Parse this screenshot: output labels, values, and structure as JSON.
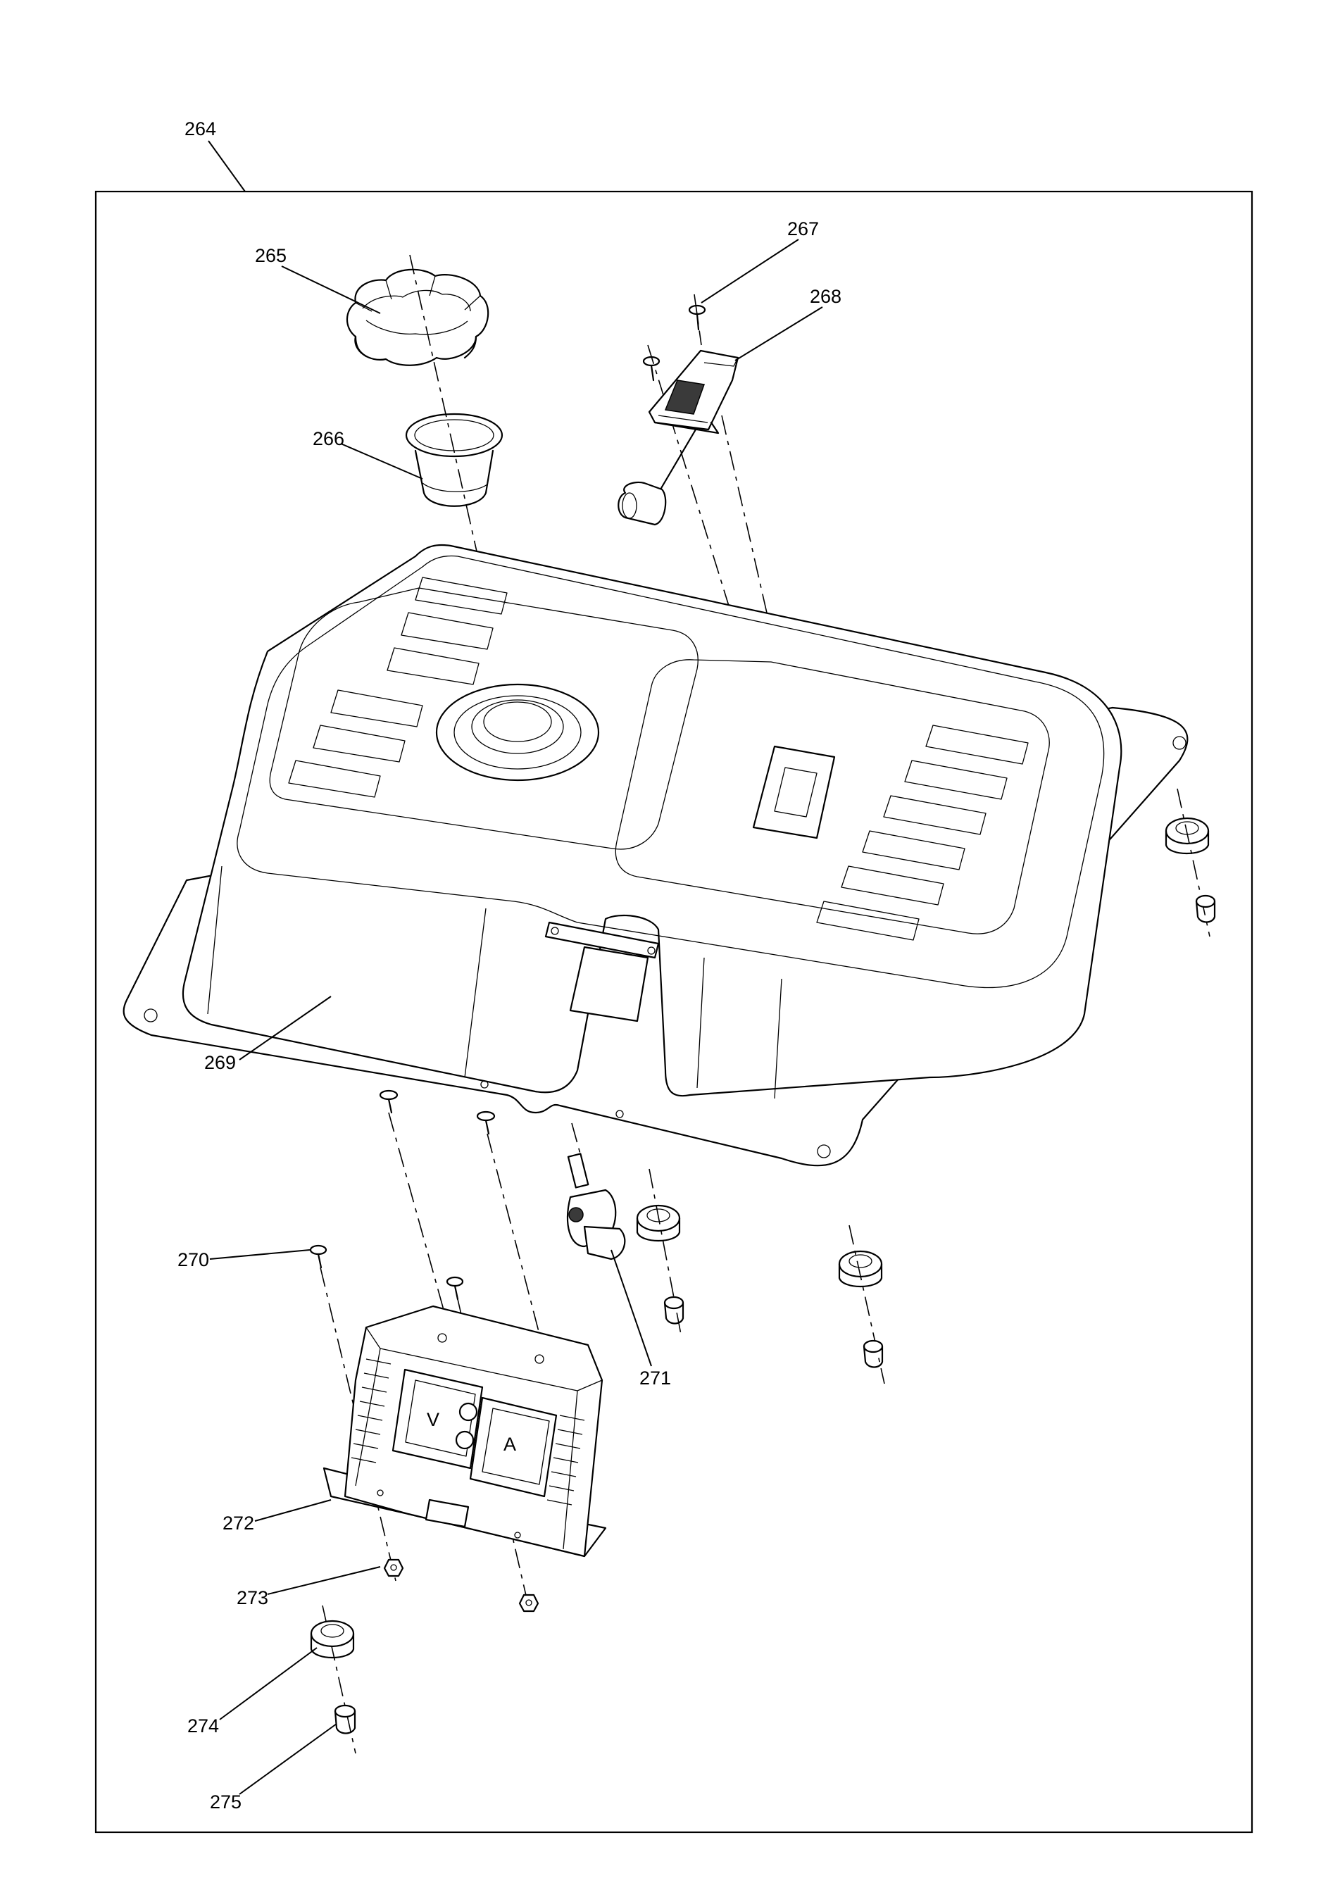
{
  "diagram": {
    "assembly_label": "264",
    "parts": [
      {
        "id": "265",
        "label": "265",
        "icon": "fuel-cap-icon"
      },
      {
        "id": "266",
        "label": "266",
        "icon": "fuel-filter-strainer-icon"
      },
      {
        "id": "267",
        "label": "267",
        "icon": "screw-icon"
      },
      {
        "id": "268",
        "label": "268",
        "icon": "fuel-gauge-icon"
      },
      {
        "id": "269",
        "label": "269",
        "icon": "fuel-tank-icon"
      },
      {
        "id": "270",
        "label": "270",
        "icon": "screw-icon"
      },
      {
        "id": "271",
        "label": "271",
        "icon": "fuel-valve-icon"
      },
      {
        "id": "272",
        "label": "272",
        "icon": "meter-panel-icon"
      },
      {
        "id": "273",
        "label": "273",
        "icon": "nut-icon"
      },
      {
        "id": "274",
        "label": "274",
        "icon": "rubber-grommet-icon"
      },
      {
        "id": "275",
        "label": "275",
        "icon": "bushing-icon"
      }
    ],
    "panel_text": {
      "voltmeter": "V",
      "ammeter": "A"
    }
  }
}
